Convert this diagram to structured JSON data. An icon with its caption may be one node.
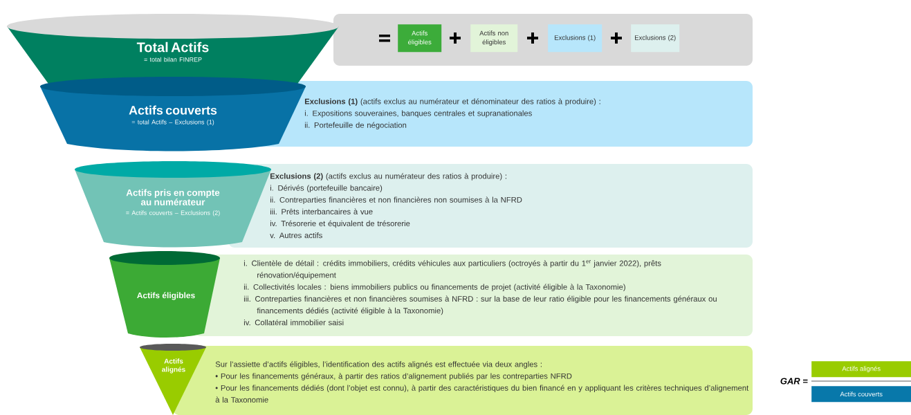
{
  "diagram": {
    "nodes": [
      {
        "text": [
          "Total Actifs",
          "= total bilan FINREP"
        ]
      },
      {
        "text": [],
        "shape": "box"
      },
      {
        "text": [
          "Actifs éligibles"
        ],
        "in": 1
      },
      {
        "text": [
          "Actifs non éligibles"
        ],
        "in": 1
      },
      {
        "text": [
          "Exclusions (1)"
        ],
        "in": 1
      },
      {
        "text": [
          "Exclusions (2)"
        ],
        "in": 1
      },
      {
        "text": [
          "Actifs couverts",
          "= total Actifs – Exclusions (1)"
        ]
      },
      {
        "text": [
          "**Exclusions (1)** (actifs exclus au numérateur et dénominateur des ratios à produire) :",
          "i. Expositions souveraines, banques centrales et supranationales",
          "ii. Portefeuille de négociation"
        ]
      },
      {
        "text": [
          "Actifs pris en compte au numérateur",
          "= Actifs couverts – Exclusions (2)"
        ]
      },
      {
        "text": [
          "**Exclusions (2)** (actifs exclus au numérateur des ratios à produire) :",
          "i. Dérivés (portefeuille bancaire)",
          "ii. Contreparties financières et non financières non soumises à la NFRD",
          "iii. Prêts interbancaires à vue",
          "iv. Trésorerie et équivalent de trésorerie",
          "v. Autres actifs"
        ]
      },
      {
        "text": [
          "Actifs éligibles"
        ]
      },
      {
        "text": [
          "i. Clientèle de détail : crédits immobiliers, crédits véhicules aux particuliers (octroyés à partir du 1$^{er}$ janvier 2022), prêts rénovation/équipement",
          "ii. Collectivités locales : biens immobiliers publics ou financements de projet (activité éligible à la Taxonomie)",
          "iii. Contreparties financières et non financières soumises à NFRD : sur la base de leur ratio éligible pour les financements généraux ou financements dédiés (activité éligible à la Taxonomie)",
          "iv. Collatéral immobilier saisi"
        ]
      },
      {
        "text": [
          "Actifs alignés"
        ]
      },
      {
        "text": [
          "Sur l’assiette d’actifs éligibles, l’identification des actifs alignés est effectuée via deux angles :",
          "• Pour les financements généraux, à partir des ratios d’alignement publiés par les contreparties NFRD",
          "• Pour les financements dédiés (dont l’objet est connu), à partir des caractéristiques du bien financé en y appliquant les critères techniques d’alignement à la Taxonomie"
        ]
      },
      {
        "text": [
          "Actifs alignés"
        ]
      },
      {
        "text": [
          "Actifs couverts"
        ]
      }
    ],
    "labels": [
      "GAR ="
    ]
  }
}
